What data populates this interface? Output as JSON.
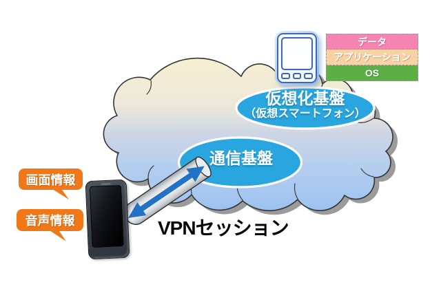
{
  "cloud": {
    "top_color": "#F6EFD2",
    "mid_color": "#CDD6E6",
    "bottom_color": "#9CC2F0",
    "outline_color": "#333333",
    "shadow_color": "#9B9B9B"
  },
  "platforms": {
    "virtualization": {
      "title": "仮想化基盤",
      "subtitle": "（仮想スマートフォン）",
      "fill": "#29A6DF"
    },
    "communication": {
      "title": "通信基盤",
      "fill": "#29A6DF"
    }
  },
  "device_stack": {
    "layers": [
      {
        "label": "データ",
        "bg": "#F584B2"
      },
      {
        "label": "アプリケーション",
        "bg": "#F9D2A4"
      },
      {
        "label": "OS",
        "bg": "#5BAF45"
      }
    ]
  },
  "vpn": {
    "label": "VPNセッション",
    "arrow_color": "#2273C6",
    "tube_outline": "#2F2F2F"
  },
  "callouts": [
    {
      "label": "画面情報",
      "bg": "#F07818"
    },
    {
      "label": "音声情報",
      "bg": "#F07818"
    }
  ],
  "icons": {
    "cloud": "cloud-shape",
    "smartphone_outline": "smartphone-outline-icon",
    "handset_photo": "black-smartphone",
    "vpn_tube": "pipe-with-double-arrow"
  }
}
